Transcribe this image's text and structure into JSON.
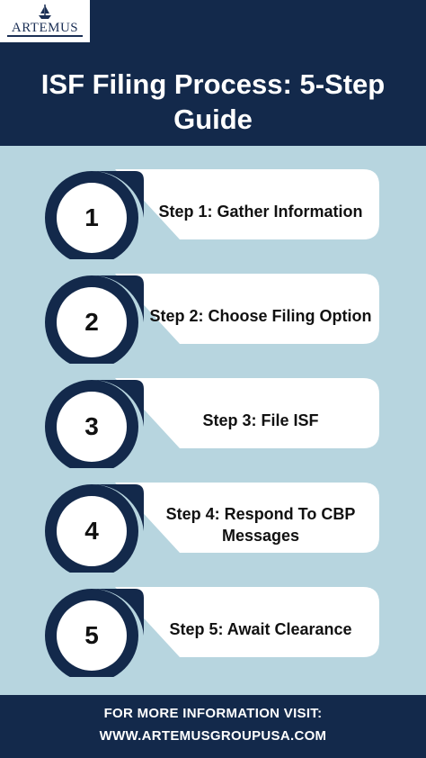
{
  "brand": {
    "name": "ARTEMUS"
  },
  "header": {
    "title": "ISF Filing Process: 5-Step Guide"
  },
  "steps": [
    {
      "number": "1",
      "label": "Step 1: Gather Information"
    },
    {
      "number": "2",
      "label": "Step 2: Choose Filing Option"
    },
    {
      "number": "3",
      "label": "Step 3: File ISF"
    },
    {
      "number": "4",
      "label": "Step 4: Respond To CBP Messages"
    },
    {
      "number": "5",
      "label": "Step 5: Await Clearance"
    }
  ],
  "footer": {
    "line1": "FOR MORE INFORMATION VISIT:",
    "line2": "WWW.ARTEMUSGROUPUSA.COM"
  },
  "colors": {
    "navy": "#13294b",
    "panel": "#b7d5df",
    "card": "#ffffff"
  }
}
